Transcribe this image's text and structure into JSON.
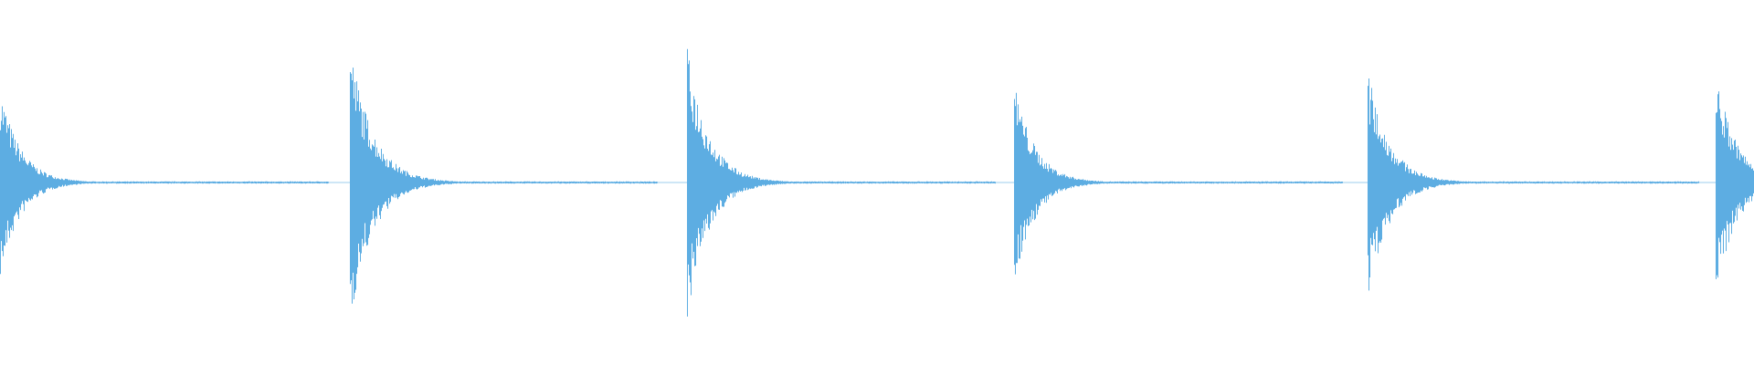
{
  "waveform": {
    "color": "#5DADE2",
    "background": "#FFFFFF",
    "events": [
      {
        "peak": 0.52,
        "decay": 0.09
      },
      {
        "peak": 0.76,
        "decay": 0.08
      },
      {
        "peak": 0.74,
        "decay": 0.085
      },
      {
        "peak": 0.56,
        "decay": 0.09
      },
      {
        "peak": 0.62,
        "decay": 0.085
      },
      {
        "peak": 0.62,
        "decay": 0.09
      }
    ]
  }
}
